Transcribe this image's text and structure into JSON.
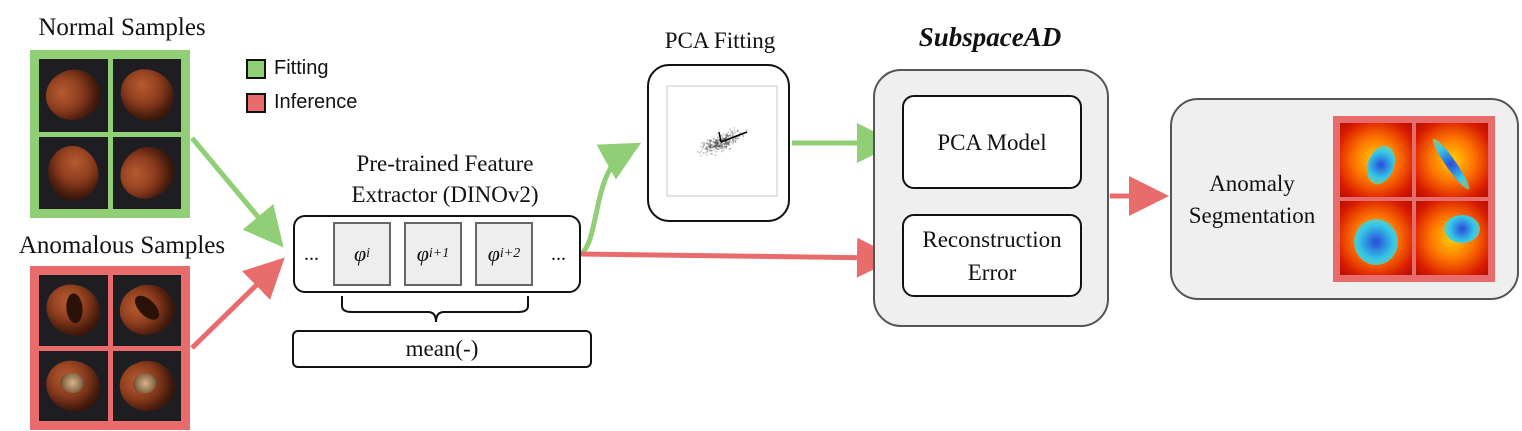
{
  "normal_samples": {
    "label": "Normal Samples"
  },
  "anomalous_samples": {
    "label": "Anomalous Samples"
  },
  "legend": {
    "fitting": {
      "label": "Fitting",
      "color": "#91cf77"
    },
    "inference": {
      "label": "Inference",
      "color": "#e86c6c"
    }
  },
  "extractor": {
    "title_line1": "Pre-trained Feature",
    "title_line2": "Extractor (DINOv2)",
    "ellipsis_left": "...",
    "ellipsis_right": "...",
    "phi_i": "φ",
    "phi_i_sub": "i",
    "phi_i1": "φ",
    "phi_i1_sub": "i+1",
    "phi_i2": "φ",
    "phi_i2_sub": "i+2",
    "mean_label": "mean(-)"
  },
  "pca_fitting": {
    "title": "PCA Fitting"
  },
  "subspacead": {
    "title": "SubspaceAD",
    "pca_model": "PCA Model",
    "reconstruction_line1": "Reconstruction",
    "reconstruction_line2": "Error"
  },
  "segmentation": {
    "label_line1": "Anomaly",
    "label_line2": "Segmentation"
  },
  "colors": {
    "fitting": "#91cf77",
    "inference": "#e86c6c",
    "panel": "#efefef"
  }
}
